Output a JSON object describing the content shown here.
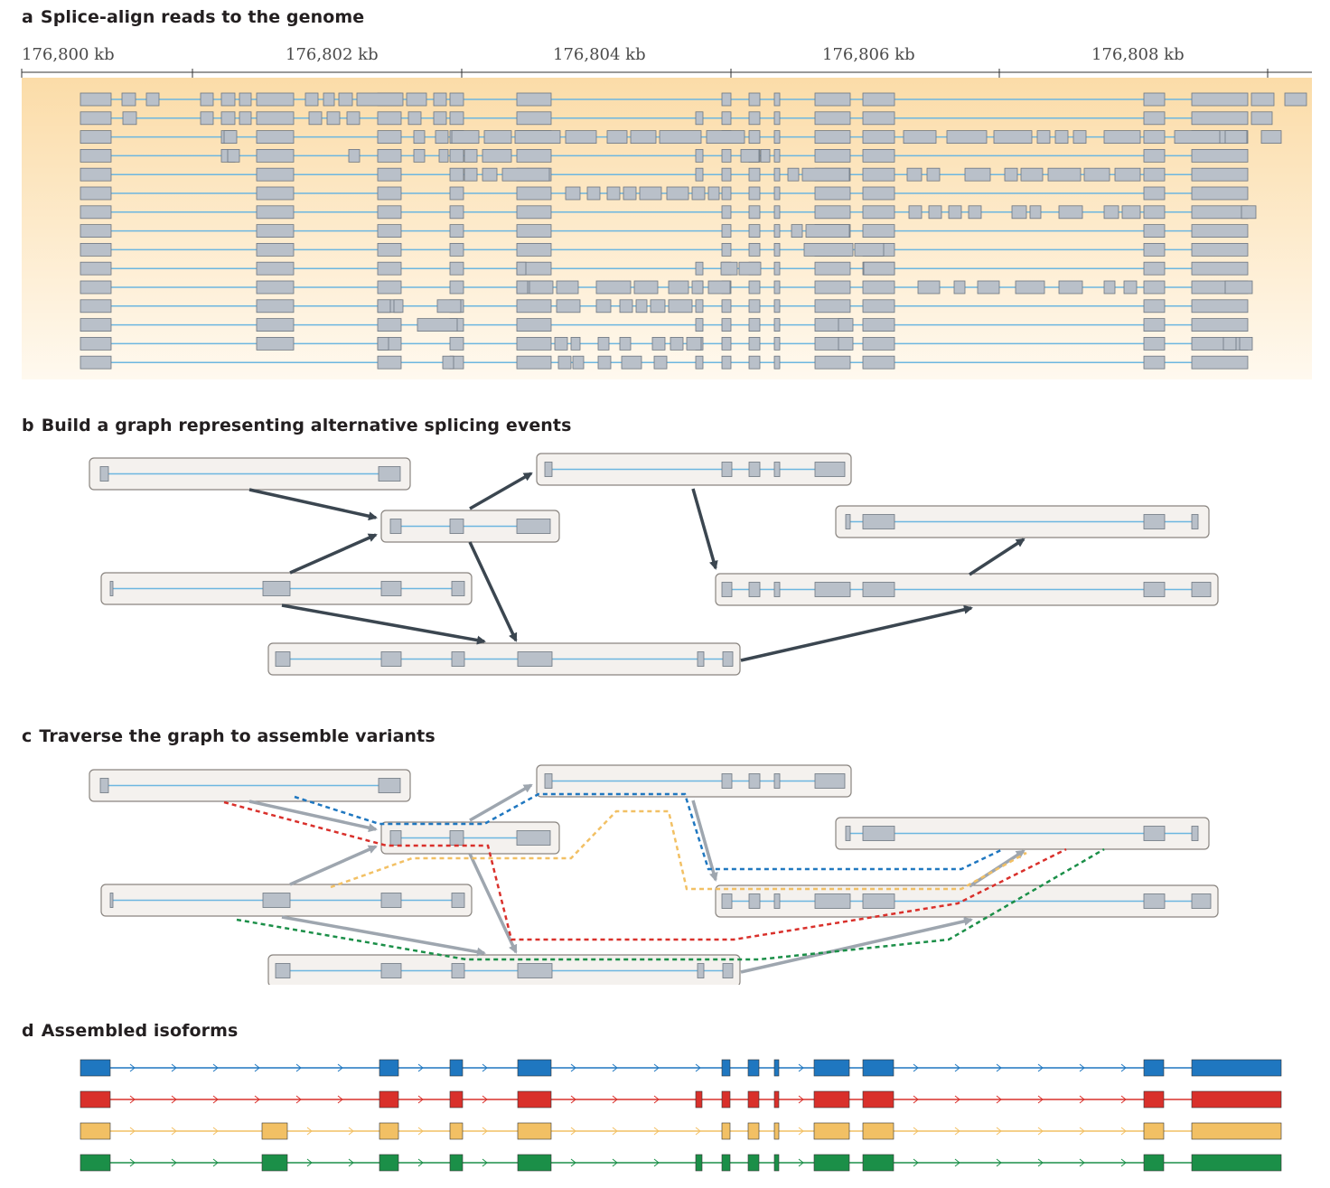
{
  "panels": {
    "a": {
      "letter": "a",
      "title": "Splice-align reads to the genome"
    },
    "b": {
      "letter": "b",
      "title": "Build a graph representing alternative splicing events"
    },
    "c": {
      "letter": "c",
      "title": "Traverse the graph to assemble variants"
    },
    "d": {
      "letter": "d",
      "title": "Assembled isoforms"
    }
  },
  "axis": {
    "ticks": [
      "176,800 kb",
      "176,802 kb",
      "176,804 kb",
      "176,806 kb",
      "176,808 kb"
    ]
  },
  "colors": {
    "exon_fill": "#b9c0c9",
    "exon_stroke": "#6d7680",
    "intron_line": "#6cb6e0",
    "band_top": "#fbdca8",
    "band_bottom": "#fff8ec",
    "arrow_dark": "#3b4650",
    "arrow_light": "#9ea6af",
    "isoform_blue": "#1f77c0",
    "isoform_red": "#d9302b",
    "isoform_yellow": "#f2c064",
    "isoform_green": "#1b8f48"
  },
  "isoforms": [
    {
      "name": "blue",
      "color_key": "isoform_blue"
    },
    {
      "name": "red",
      "color_key": "isoform_red"
    },
    {
      "name": "yellow",
      "color_key": "isoform_yellow"
    },
    {
      "name": "green",
      "color_key": "isoform_green"
    }
  ]
}
